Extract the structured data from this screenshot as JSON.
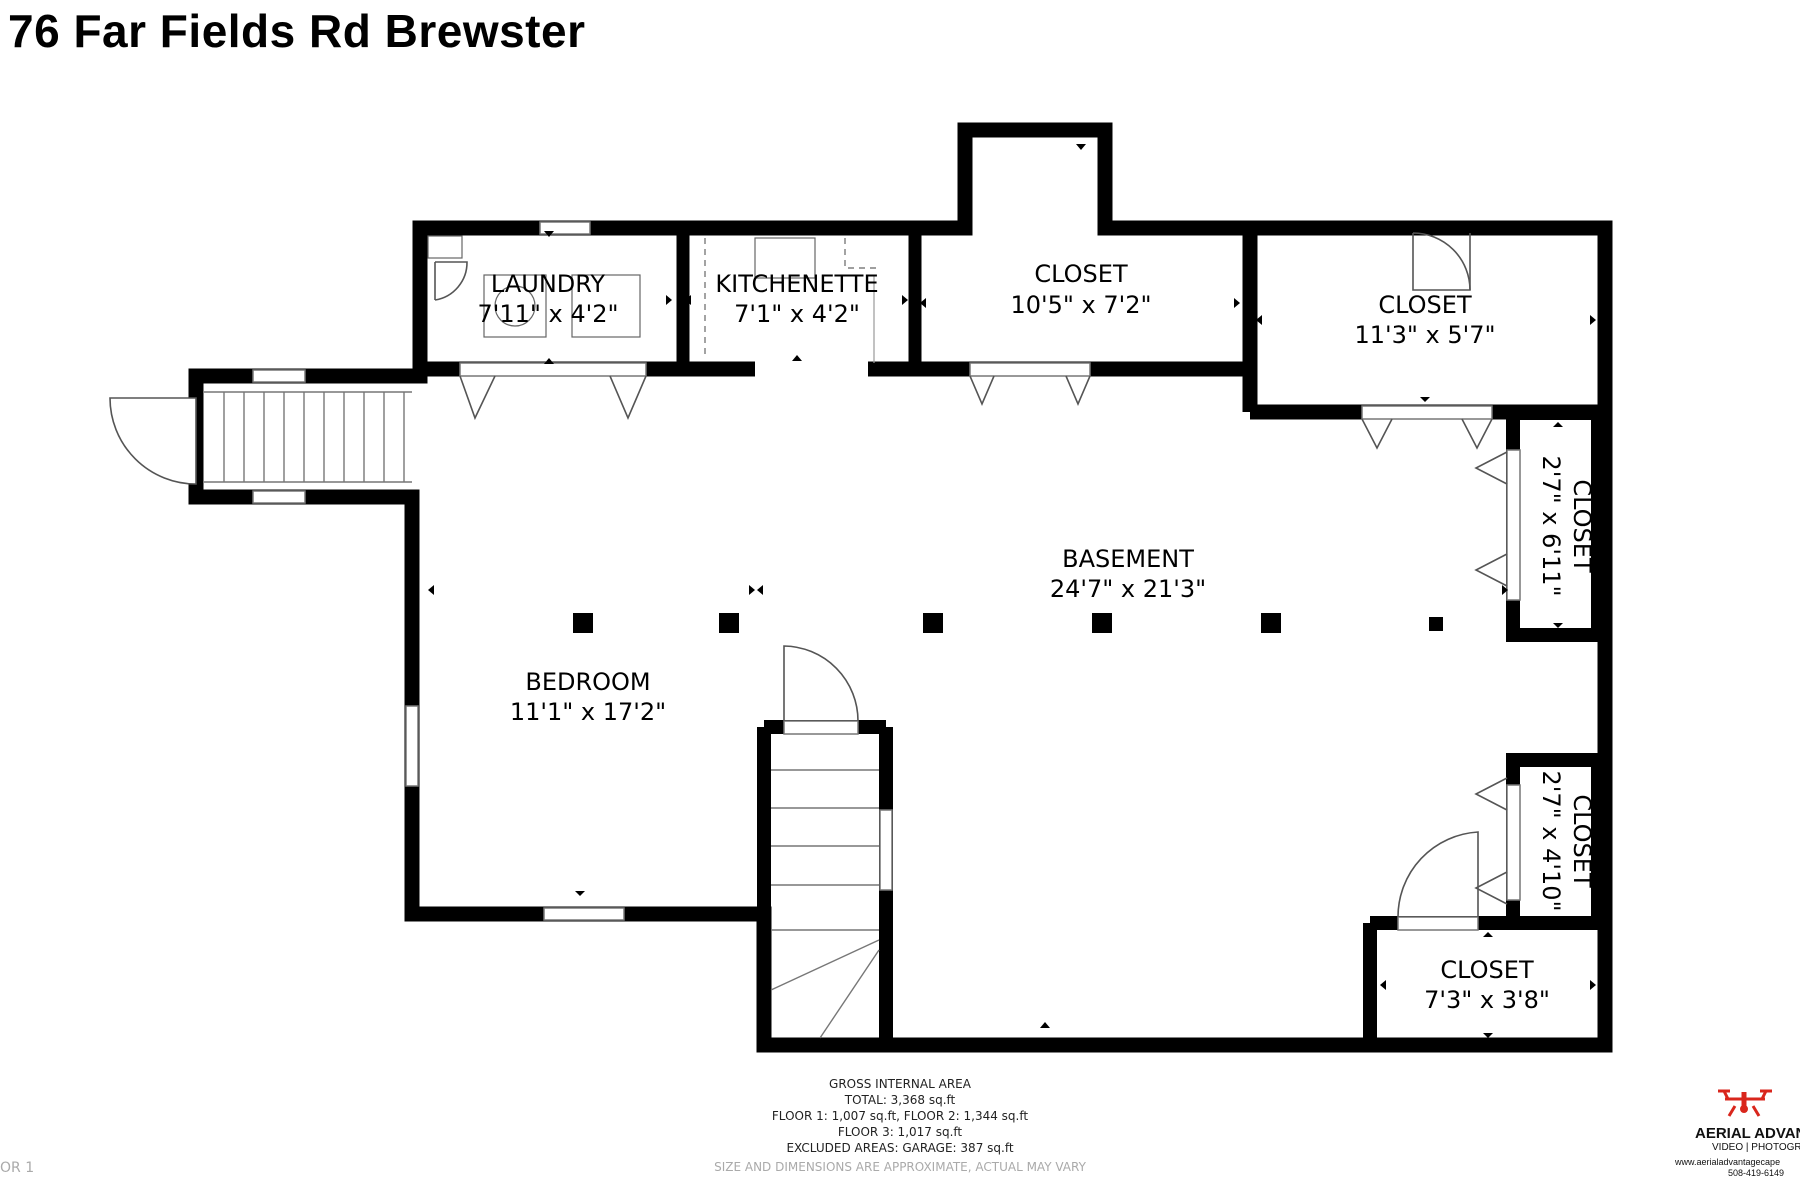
{
  "title": "76 Far Fields Rd Brewster",
  "rooms": {
    "laundry": {
      "name": "LAUNDRY",
      "dims": "7'11\" x 4'2\""
    },
    "kitchenette": {
      "name": "KITCHENETTE",
      "dims": "7'1\" x 4'2\""
    },
    "closet_top": {
      "name": "CLOSET",
      "dims": "10'5\" x 7'2\""
    },
    "closet_right": {
      "name": "CLOSET",
      "dims": "11'3\" x 5'7\""
    },
    "closet_side1": {
      "name": "CLOSET",
      "dims": "2'7\" x 6'11\""
    },
    "closet_side2": {
      "name": "CLOSET",
      "dims": "2'7\" x 4'10\""
    },
    "closet_bottom": {
      "name": "CLOSET",
      "dims": "7'3\" x 3'8\""
    },
    "basement": {
      "name": "BASEMENT",
      "dims": "24'7\" x 21'3\""
    },
    "bedroom": {
      "name": "BEDROOM",
      "dims": "11'1\" x 17'2\""
    }
  },
  "footer": {
    "heading": "GROSS INTERNAL AREA",
    "total": "TOTAL: 3,368 sq.ft",
    "floors12": "FLOOR 1: 1,007 sq.ft, FLOOR 2: 1,344 sq.ft",
    "floor3": "FLOOR 3: 1,017 sq.ft",
    "excluded": "EXCLUDED AREAS: GARAGE: 387 sq.ft",
    "disclaimer": "SIZE AND DIMENSIONS ARE APPROXIMATE, ACTUAL MAY VARY",
    "floor_label": "OR 1"
  },
  "logo": {
    "name": "AERIAL ADVANT",
    "tagline": "VIDEO | PHOTOGRAP",
    "website": "www.aerialadvantagecape",
    "phone": "508-419-6149"
  },
  "colors": {
    "wall": "#000000",
    "logo_red": "#d9261c"
  }
}
